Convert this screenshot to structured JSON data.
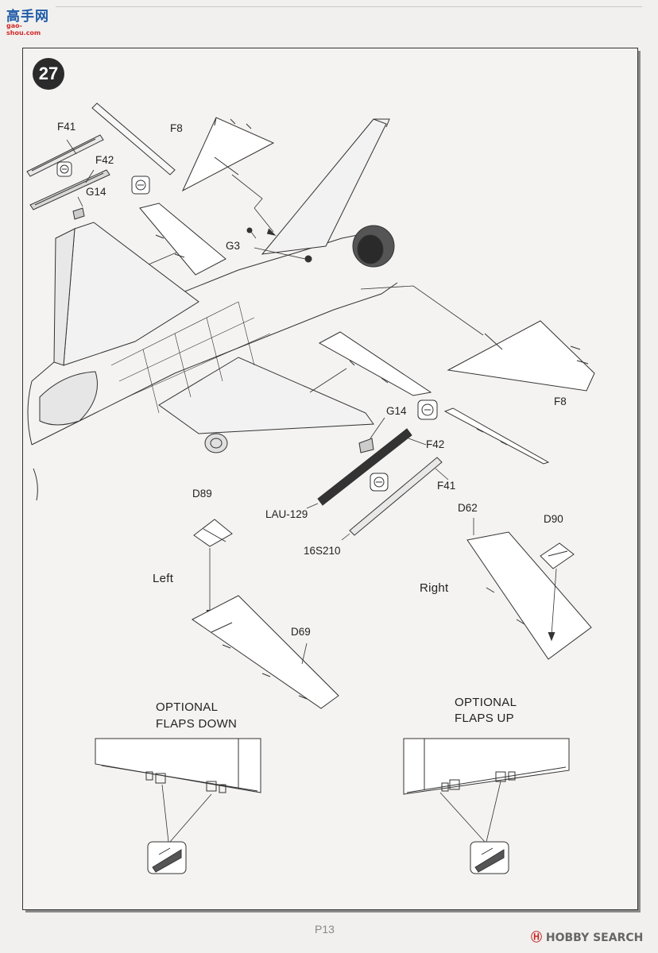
{
  "header": {
    "logo_cn": "高手网",
    "logo_url": "gao-shou.com"
  },
  "step": {
    "number": "27"
  },
  "parts": {
    "f41_top": "F41",
    "f42_top": "F42",
    "g14_top": "G14",
    "f8_top": "F8",
    "g3": "G3",
    "f8_right": "F8",
    "g14_mid": "G14",
    "f42_mid": "F42",
    "f41_mid": "F41",
    "lau129": "LAU-129",
    "s210": "16S210",
    "d89": "D89",
    "d90": "D90",
    "d62": "D62",
    "d69": "D69"
  },
  "labels": {
    "left": "Left",
    "right": "Right",
    "flaps_down_l1": "OPTIONAL",
    "flaps_down_l2": "FLAPS DOWN",
    "flaps_up_l1": "OPTIONAL",
    "flaps_up_l2": "FLAPS UP"
  },
  "footer": {
    "page": "P13",
    "watermark_mark": "Ⓗ",
    "watermark": "HOBBY SEARCH"
  },
  "icons": [
    "symmetry-icon",
    "glue-icon"
  ]
}
